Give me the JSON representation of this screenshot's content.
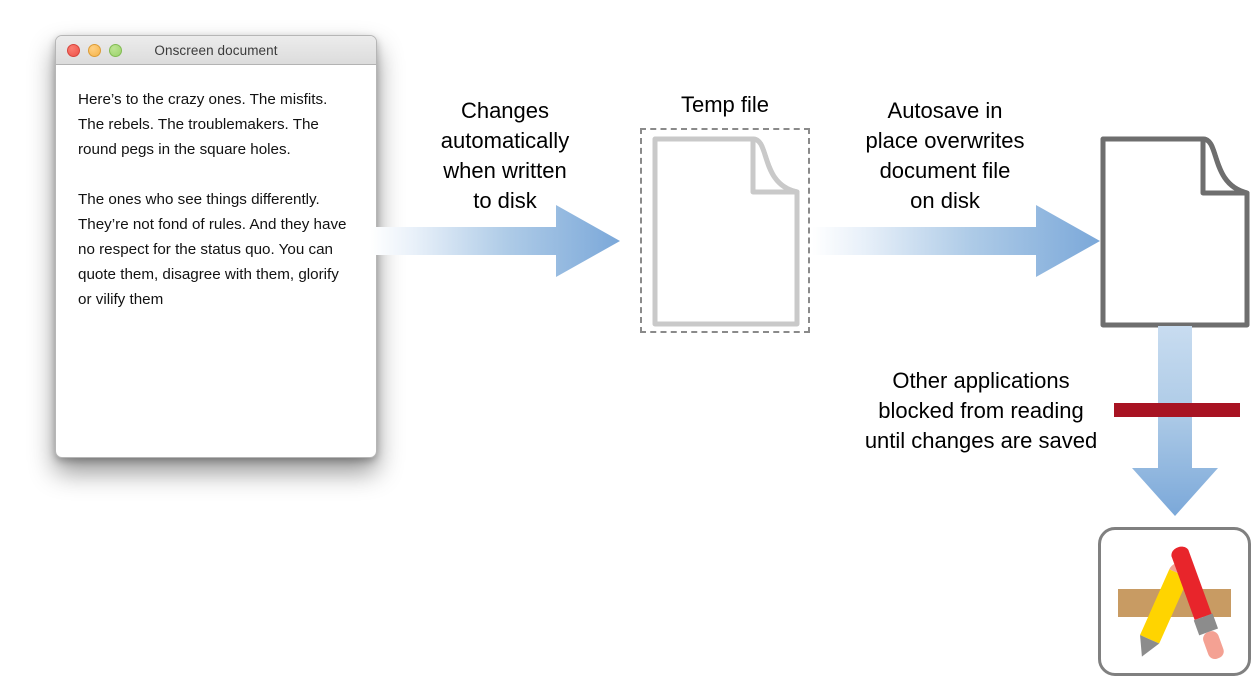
{
  "diagram": {
    "title": "Autosave in place — temp file flow",
    "colors": {
      "arrow_blue": "#7ba8d9",
      "arrow_blue_light": "#b9d2ec",
      "block_red": "#a81322",
      "doc_outline": "#6e6e6e",
      "temp_outline": "#c8c8c8",
      "temp_dash": "#8a8a8a",
      "ruler_tan": "#c89b63",
      "pencil_yellow": "#ffd400",
      "pen_red": "#e8252b",
      "eraser_pink": "#f4a193",
      "tip_gray": "#8c8c8c"
    }
  },
  "window": {
    "title": "Onscreen document",
    "traffic_lights": [
      {
        "name": "close",
        "color": "#ee5249"
      },
      {
        "name": "minimize",
        "color": "#f5b348"
      },
      {
        "name": "zoom",
        "color": "#9ad36a"
      }
    ],
    "paragraphs": [
      "Here’s to the crazy ones. The misfits. The rebels. The troublemakers. The round pegs in the square holes.",
      "The ones who see things differently. They’re not fond of rules. And they have no respect for the status quo. You can quote them, disagree with them, glorify or vilify them"
    ]
  },
  "labels": {
    "changes": "Changes\nautomatically\nwhen written\nto disk",
    "temp_file": "Temp file",
    "autosave": "Autosave in\nplace overwrites\ndocument file\non disk",
    "blocked": "Other applications\nblocked from reading\nuntil changes are saved"
  },
  "nodes": {
    "temp_file_icon": "document-icon",
    "disk_document_icon": "document-icon",
    "application_icon": "textedit-app-icon"
  }
}
